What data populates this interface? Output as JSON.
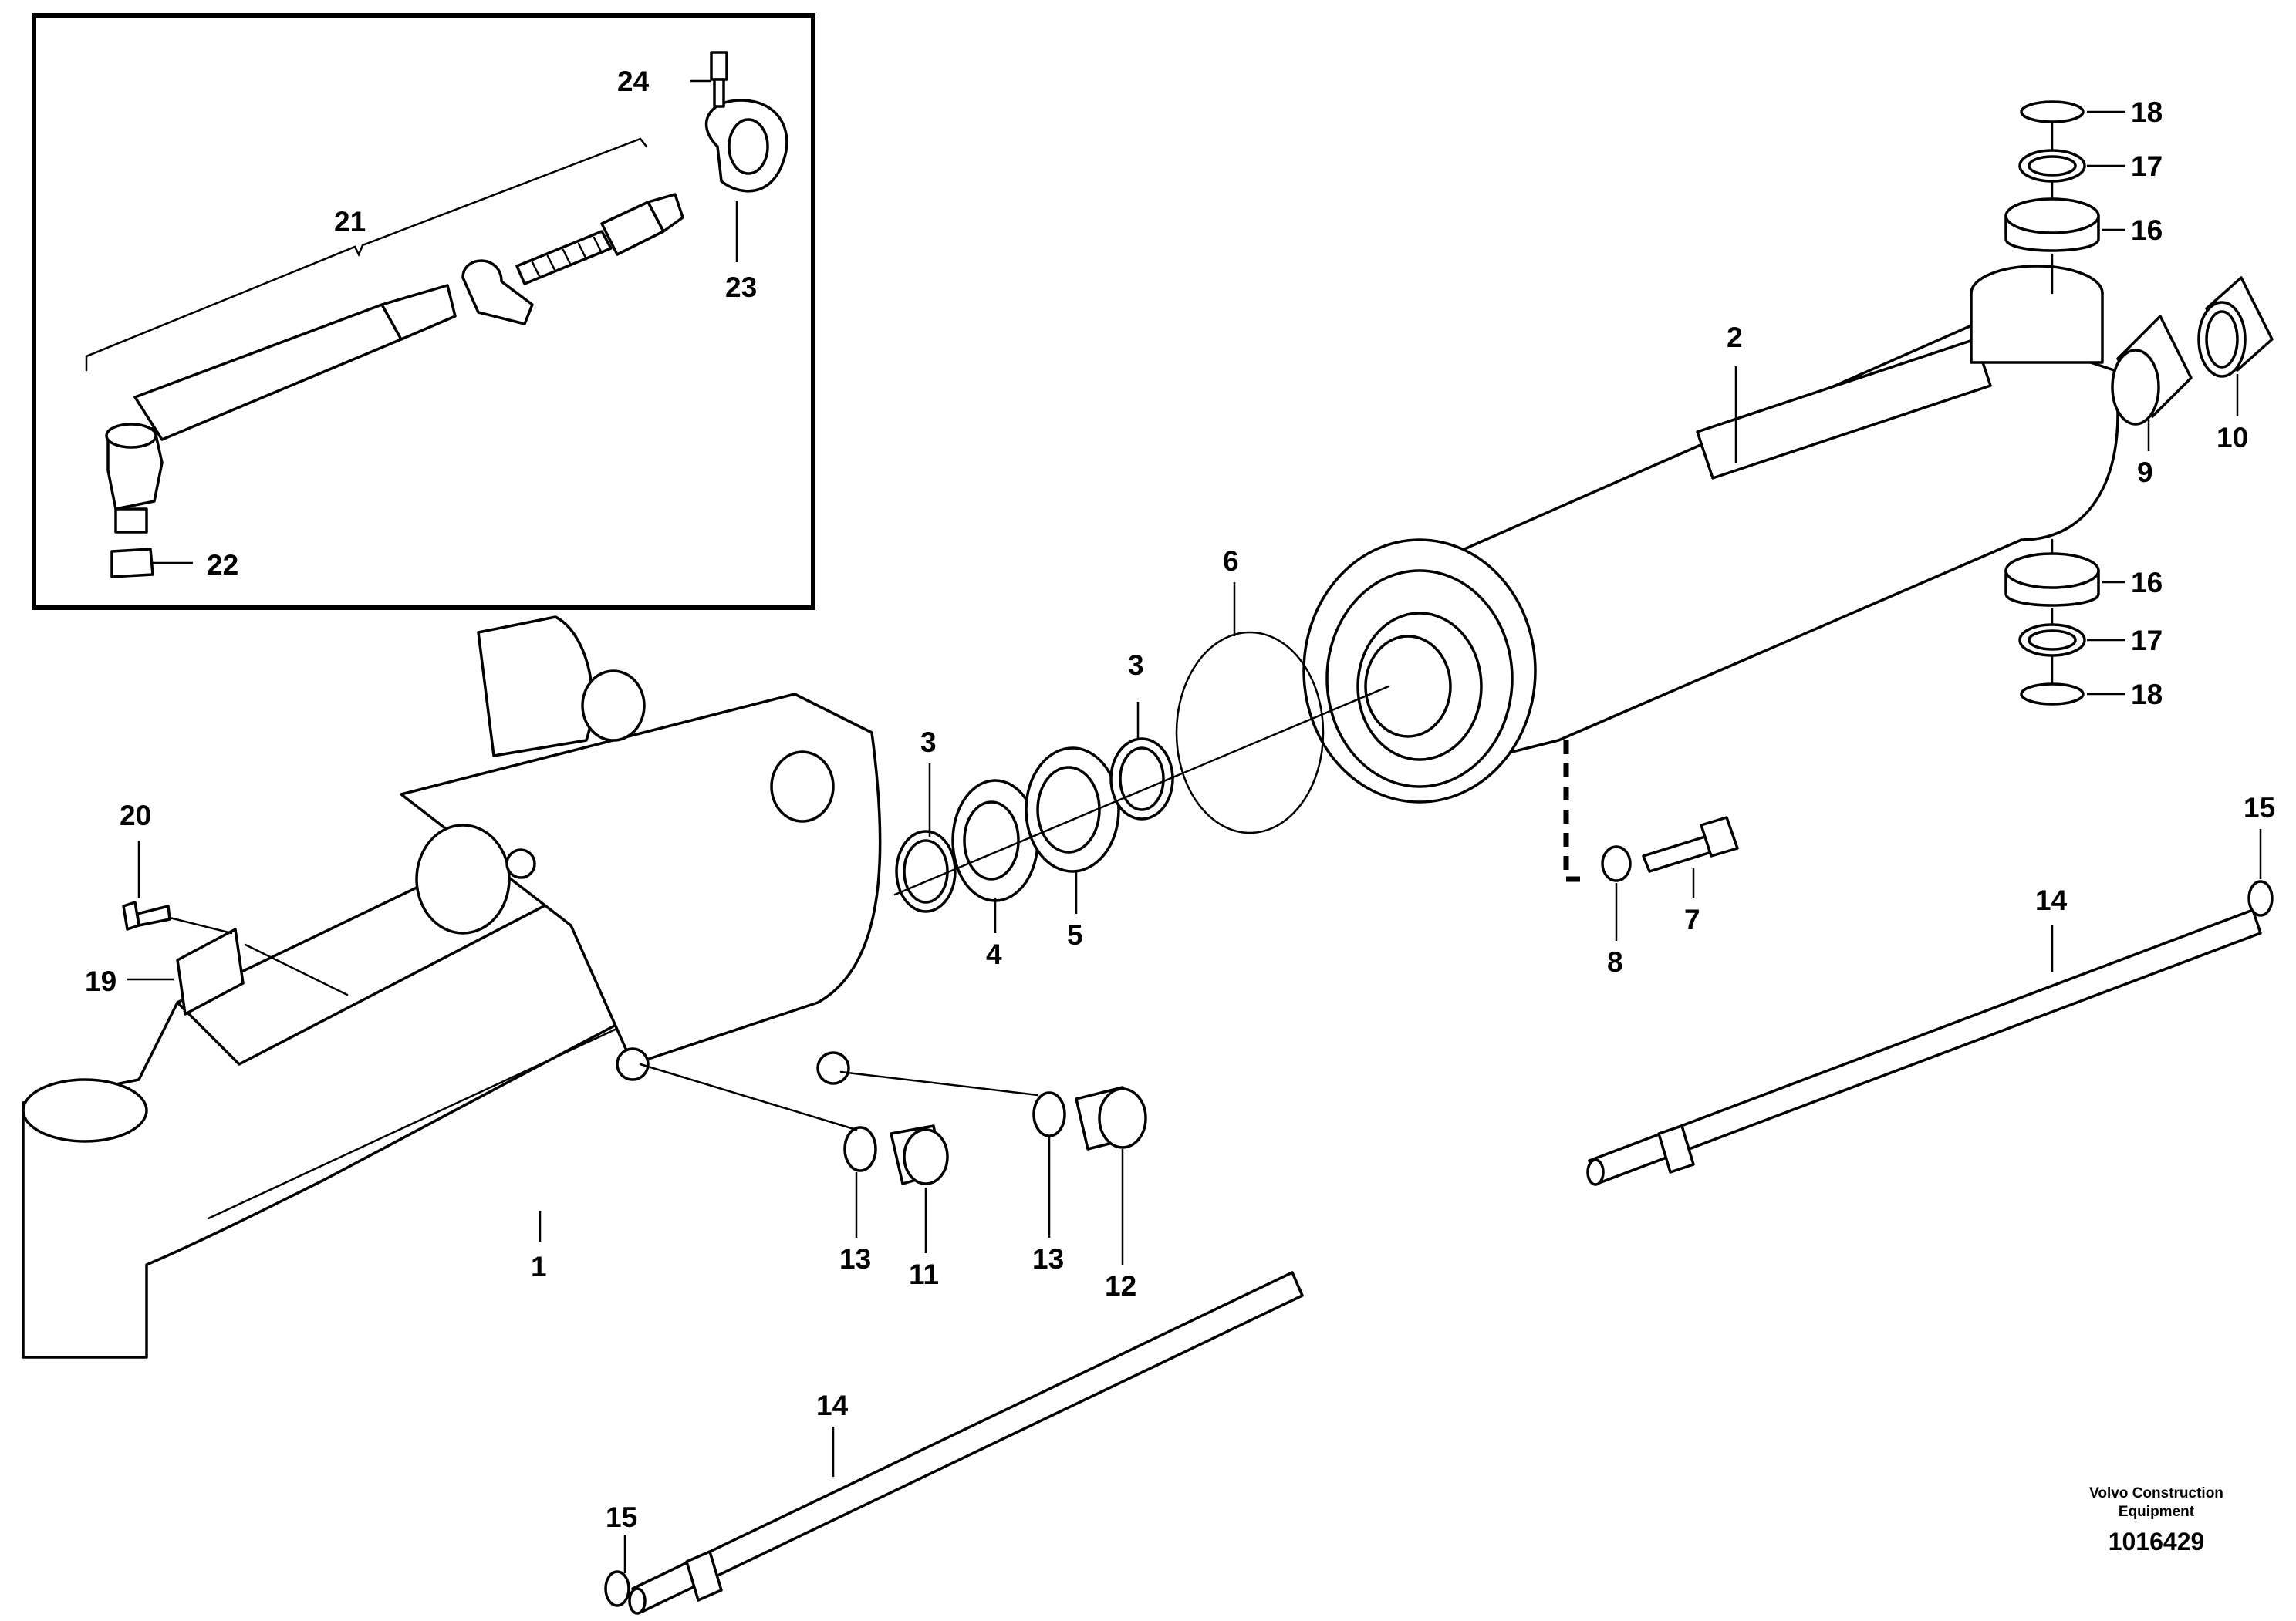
{
  "callouts": {
    "c1": "1",
    "c2": "2",
    "c3a": "3",
    "c3b": "3",
    "c4": "4",
    "c5": "5",
    "c6": "6",
    "c7": "7",
    "c8": "8",
    "c9": "9",
    "c10": "10",
    "c11": "11",
    "c12": "12",
    "c13a": "13",
    "c13b": "13",
    "c14a": "14",
    "c14b": "14",
    "c15a": "15",
    "c15b": "15",
    "c16a": "16",
    "c16b": "16",
    "c17a": "17",
    "c17b": "17",
    "c18a": "18",
    "c18b": "18",
    "c19": "19",
    "c20": "20",
    "c21": "21",
    "c22": "22",
    "c23": "23",
    "c24": "24"
  },
  "footer": {
    "brand_line1": "Volvo Construction",
    "brand_line2": "Equipment",
    "doc_number": "1016429"
  }
}
